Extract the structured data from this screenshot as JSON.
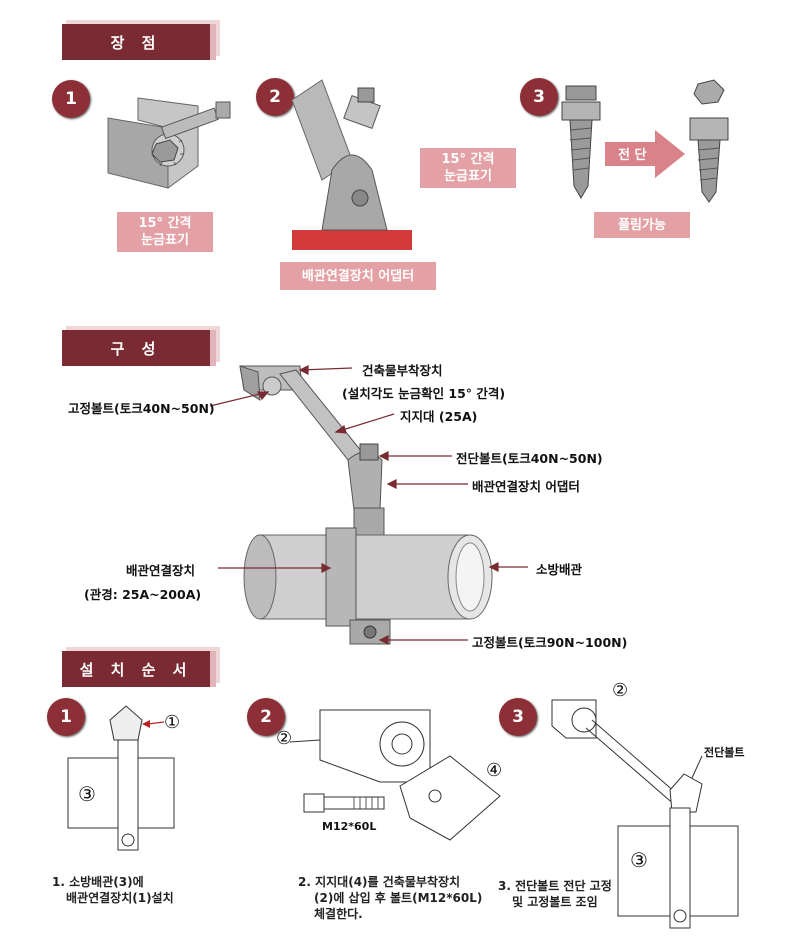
{
  "sections": {
    "features": "장  점",
    "components": "구  성",
    "install": "설 치 순 서"
  },
  "features": {
    "n1": "1",
    "n2": "2",
    "n3": "3",
    "tag1_l1": "15° 간격",
    "tag1_l2": "눈금표기",
    "tag2_l1": "15° 간격",
    "tag2_l2": "눈금표기",
    "tag_adapter": "배관연결장치 어댑터",
    "shear": "전 단",
    "reusable": "풀림가능"
  },
  "components": {
    "mount": "건축물부착장치",
    "mount_note": "(설치각도 눈금확인 15° 간격)",
    "fix_bolt_top": "고정볼트(토크40N~50N)",
    "brace": "지지대 (25A)",
    "shear_bolt": "전단볼트(토크40N~50N)",
    "adapter": "배관연결장치 어댑터",
    "pipe_clamp": "배관연결장치",
    "pipe_size": "(관경: 25A~200A)",
    "fire_pipe": "소방배관",
    "fix_bolt_bottom": "고정볼트(토크90N~100N)"
  },
  "install": {
    "n1": "1",
    "n2": "2",
    "n3": "3",
    "c1": "①",
    "c2": "②",
    "c3": "③",
    "c4": "④",
    "bolt_spec": "M12*60L",
    "shear_bolt": "전단볼트",
    "step1_l1": "1. 소방배관(3)에",
    "step1_l2": "배관연결장치(1)설치",
    "step2_l1": "2. 지지대(4)를 건축물부착장치",
    "step2_l2": "(2)에 삽입 후 볼트(M12*60L)",
    "step2_l3": "체결한다.",
    "step3_l1": "3. 전단볼트 전단 고정",
    "step3_l2": "및 고정볼트 조임"
  },
  "colors": {
    "header": "#7a2a32",
    "tag": "#e3a1a5",
    "arrow": "#d9828a",
    "leader": "#7a2a32"
  }
}
